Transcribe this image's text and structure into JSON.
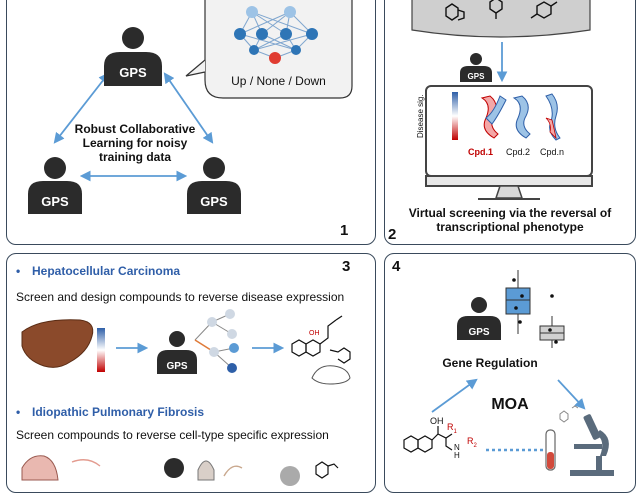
{
  "panel1": {
    "number": "1",
    "gps": "GPS",
    "classes": "Up / None / Down",
    "method": [
      "Robust Collaborative",
      "Learning for noisy",
      "training data"
    ]
  },
  "panel2": {
    "number": "2",
    "gps": "GPS",
    "axis": "Disease sig.",
    "compounds": [
      "Cpd.1",
      "Cpd.2",
      "Cpd.n"
    ],
    "caption": [
      "Virtual screening via the reversal of",
      "transcriptional phenotype"
    ]
  },
  "panel3": {
    "number": "3",
    "bullet": "•",
    "disease1": "Hepatocellular Carcinoma",
    "desc1": "Screen and design compounds to reverse disease expression",
    "disease2": "Idiopathic Pulmonary Fibrosis",
    "desc2": "Screen compounds to reverse cell-type specific expression",
    "gps": "GPS",
    "oh": "OH"
  },
  "panel4": {
    "number": "4",
    "gps": "GPS",
    "gene_regulation": "Gene Regulation",
    "moa": "MOA",
    "oh": "OH",
    "r1": "R",
    "r1_sub": "1",
    "r2": "R",
    "r2_sub": "2",
    "nh": "N",
    "nh_h": "H"
  },
  "colors": {
    "blue": "#2f5ea8",
    "arrow": "#5b9bd5",
    "red": "#c00000",
    "person": "#2b2b2b"
  }
}
